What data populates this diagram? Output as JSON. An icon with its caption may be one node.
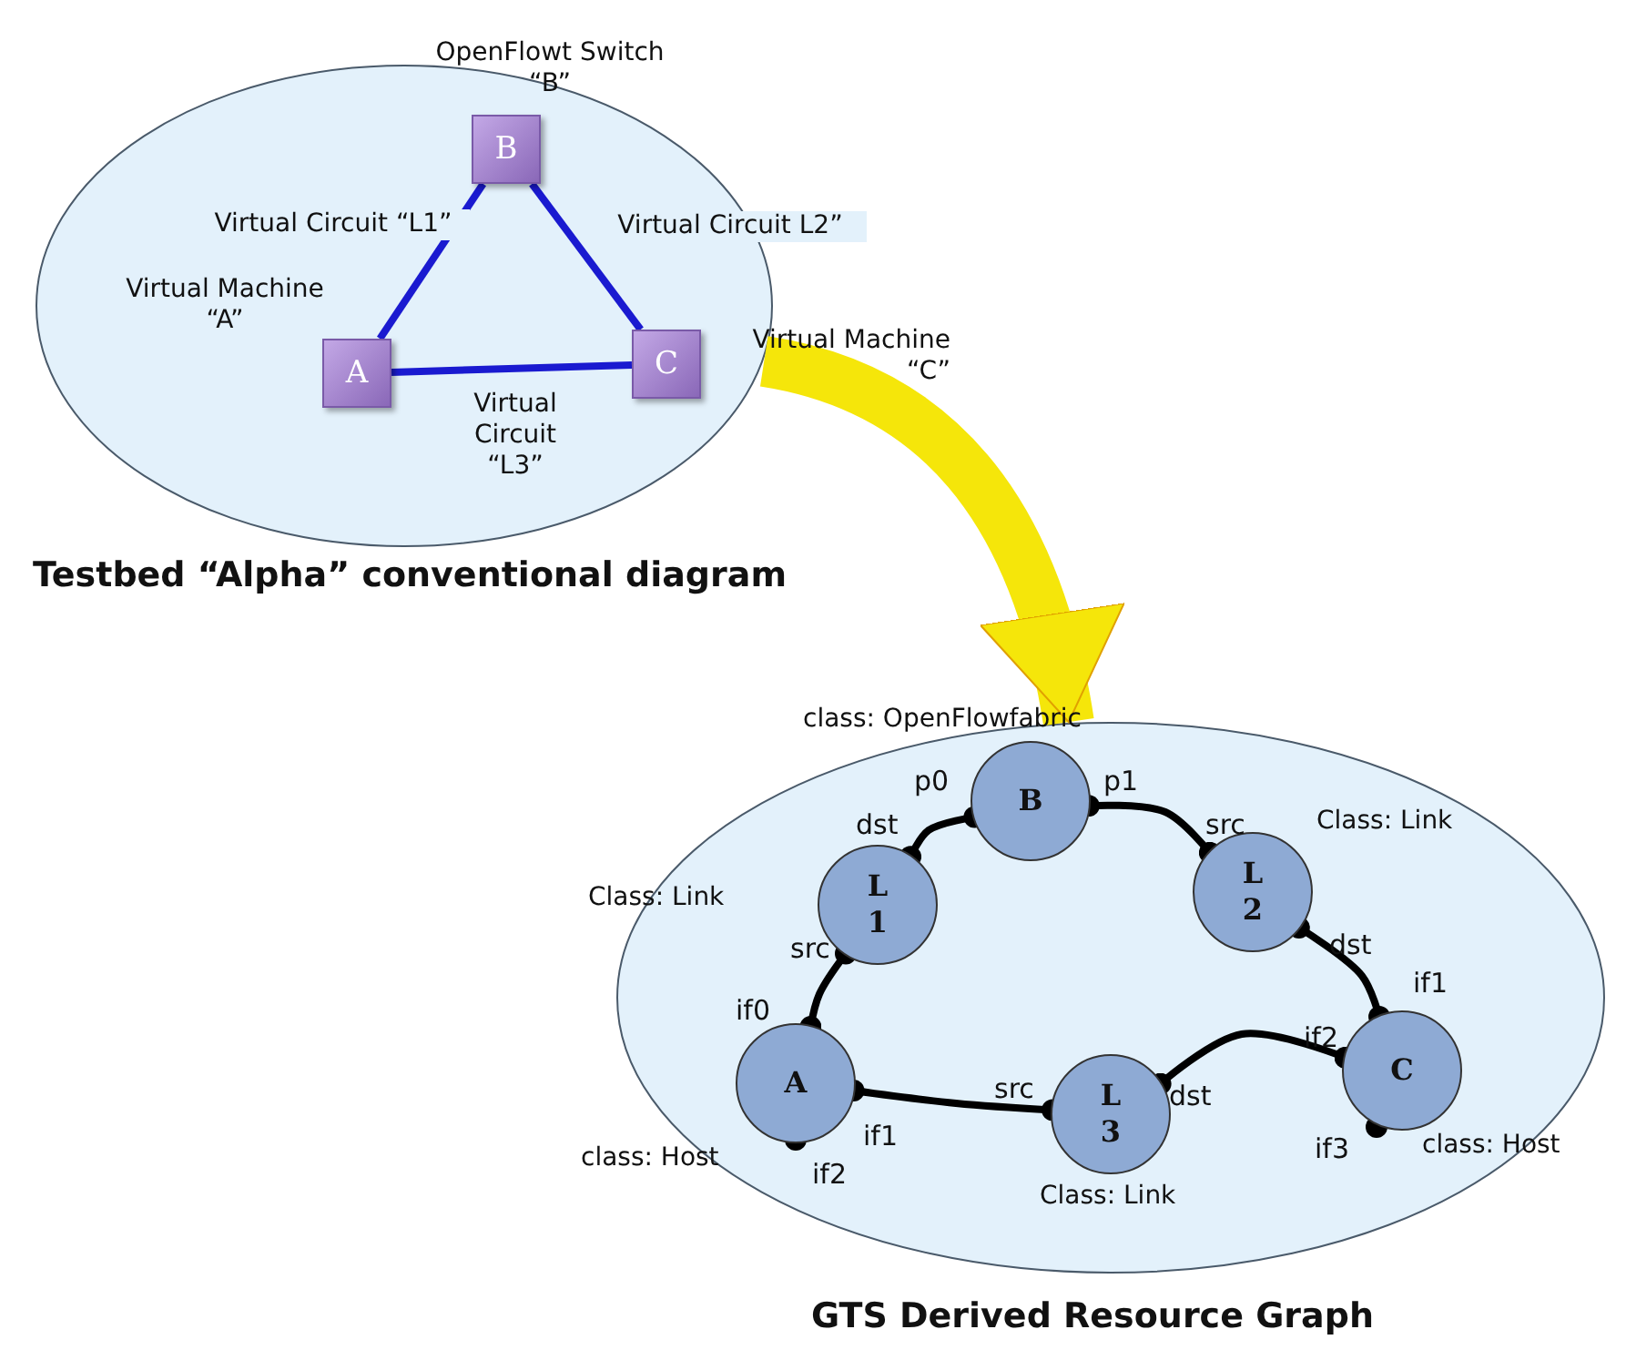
{
  "diagram": {
    "nodes": [
      {
        "text": [],
        "shape": "ellipse",
        "beside": [
          "Testbed “Alpha” conventional diagram"
        ]
      },
      {
        "text": [
          "B"
        ],
        "in": 0,
        "beside": [
          "OpenFlowt Switch “B”"
        ]
      },
      {
        "text": [
          "A"
        ],
        "in": 0,
        "beside": [
          "Virtual Machine “A”"
        ]
      },
      {
        "text": [
          "C"
        ],
        "in": 0,
        "beside": [
          "Virtual Machine “C”"
        ]
      },
      {
        "text": [],
        "shape": "ellipse",
        "beside": [
          "GTS Derived Resource Graph"
        ]
      },
      {
        "text": [
          "B"
        ],
        "in": 4,
        "beside": [
          "class: OpenFlowfabric"
        ]
      },
      {
        "text": [
          "L 1"
        ],
        "in": 4,
        "beside": [
          "Class: Link"
        ]
      },
      {
        "text": [
          "L 2"
        ],
        "in": 4,
        "beside": [
          "Class: Link"
        ]
      },
      {
        "text": [
          "A"
        ],
        "in": 4,
        "beside": [
          "class: Host"
        ]
      },
      {
        "text": [
          "L 3"
        ],
        "in": 4,
        "beside": [
          "Class: Link"
        ]
      },
      {
        "text": [
          "C"
        ],
        "in": 4,
        "beside": [
          "class: Host"
        ]
      }
    ],
    "edges": [
      {
        "from": 1,
        "to": 2,
        "arrow": "none",
        "label": "Virtual Circuit “L1”",
        "color": "#1a1ad0"
      },
      {
        "from": 1,
        "to": 3,
        "arrow": "none",
        "label": "Virtual Circuit L2”",
        "color": "#1a1ad0"
      },
      {
        "from": 2,
        "to": 3,
        "arrow": "none",
        "label": "Virtual Circuit “L3”",
        "color": "#1a1ad0"
      },
      {
        "from": 0,
        "to": 4,
        "arrow": "to",
        "style": "thick",
        "color": "#f5e60a"
      },
      {
        "from": 5,
        "to": 6,
        "arrow": "other"
      },
      {
        "from": 5,
        "to": 7,
        "arrow": "other"
      },
      {
        "from": 6,
        "to": 8,
        "arrow": "other"
      },
      {
        "from": 7,
        "to": 10,
        "arrow": "other"
      },
      {
        "from": 8,
        "to": 9,
        "arrow": "other"
      },
      {
        "from": 9,
        "to": 10,
        "arrow": "other"
      }
    ],
    "labels": [
      "p0",
      "p1",
      "dst",
      "src",
      "src",
      "dst",
      "if1",
      "if0",
      "if2",
      "src",
      "dst",
      "if1",
      "if3",
      "if2"
    ]
  }
}
